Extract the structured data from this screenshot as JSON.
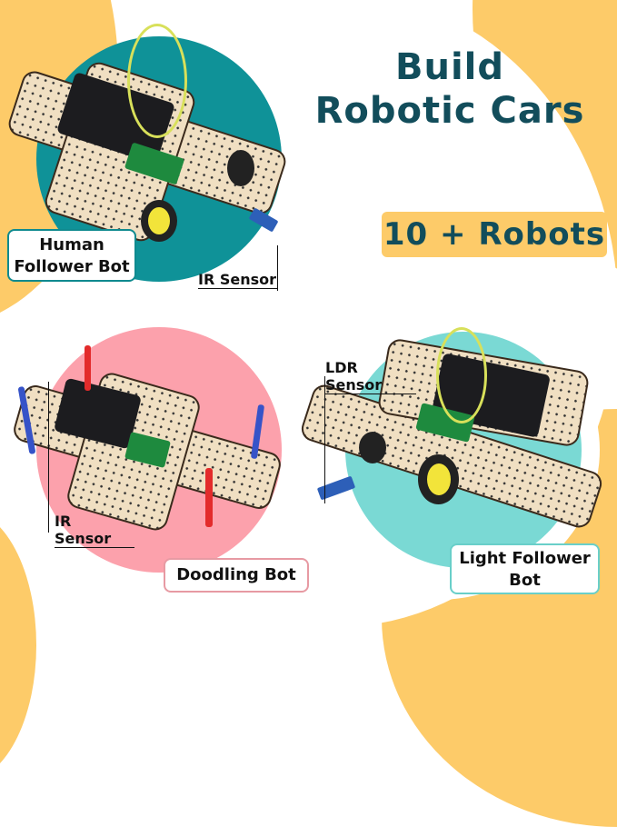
{
  "headline": {
    "line1": "Build",
    "line2": "Robotic Cars"
  },
  "badge": {
    "label": "10 + Robots"
  },
  "robots": [
    {
      "name_line1": "Human",
      "name_line2": "Follower Bot",
      "sensor": "IR Sensor",
      "circle_color": "#0f9298"
    },
    {
      "name_line1": "Doodling Bot",
      "name_line2": "",
      "sensor": "IR Sensor",
      "circle_color": "#fca1ac"
    },
    {
      "name_line1": "Light Follower",
      "name_line2": "Bot",
      "sensor": "LDR Sensor",
      "circle_color": "#7ad9d4"
    }
  ],
  "colors": {
    "title_text": "#124d5b",
    "accent_yellow": "#fdcb69",
    "teal": "#0f9298",
    "pink": "#fca1ac",
    "mint": "#7ad9d4"
  }
}
